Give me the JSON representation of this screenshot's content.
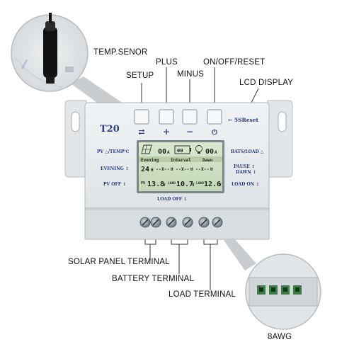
{
  "callouts": {
    "temp_sensor": "TEMP.SENOR",
    "plus": "PLUS",
    "setup": "SETUP",
    "minus": "MINUS",
    "on_off_reset": "ON/OFF/RESET",
    "lcd_display": "LCD  DISPLAY",
    "solar_panel_terminal": "SOLAR  PANEL  TERMINAL",
    "battery_terminal": "BATTERY  TERMINAL",
    "load_terminal": "LOAD  TERMINAL",
    "wire_gauge": "8AWG"
  },
  "panel": {
    "model": "T20",
    "reset_hint": "← 5SReset",
    "left_labels": [
      "PV △/TEMP℃",
      "EVENING ↕",
      "PV OFF ↕"
    ],
    "right_labels": [
      "BATS/LOAD △",
      "PAUSE ↕",
      "DAWN ↕",
      "LOAD ON ↕"
    ],
    "load_off": "LOAD OFF ↕"
  },
  "buttons": [
    {
      "name": "setup",
      "symbol": "⇄"
    },
    {
      "name": "plus",
      "symbol": "+"
    },
    {
      "name": "minus",
      "symbol": "−"
    },
    {
      "name": "power",
      "symbol": "⏻"
    }
  ],
  "lcd": {
    "row1_left": "00",
    "row1_unit": "A",
    "battery": "00",
    "row1_right": "00",
    "row1_right_unit": "A",
    "header": [
      "Evening",
      "Interval",
      "Dawn"
    ],
    "row2": [
      "24",
      "H",
      "--X--",
      "H",
      "--X--",
      "H",
      "--X--",
      "H"
    ],
    "row3": [
      "PV",
      "13.8",
      "V",
      "LOAD",
      "10.7",
      "V",
      "LOAD",
      "12.6",
      "V"
    ]
  },
  "colors": {
    "panel": "#e6eaec",
    "lcd_bg": "#cfe0c4",
    "terminal_green": "#3d7d44",
    "print_blue": "#2b3a86"
  }
}
